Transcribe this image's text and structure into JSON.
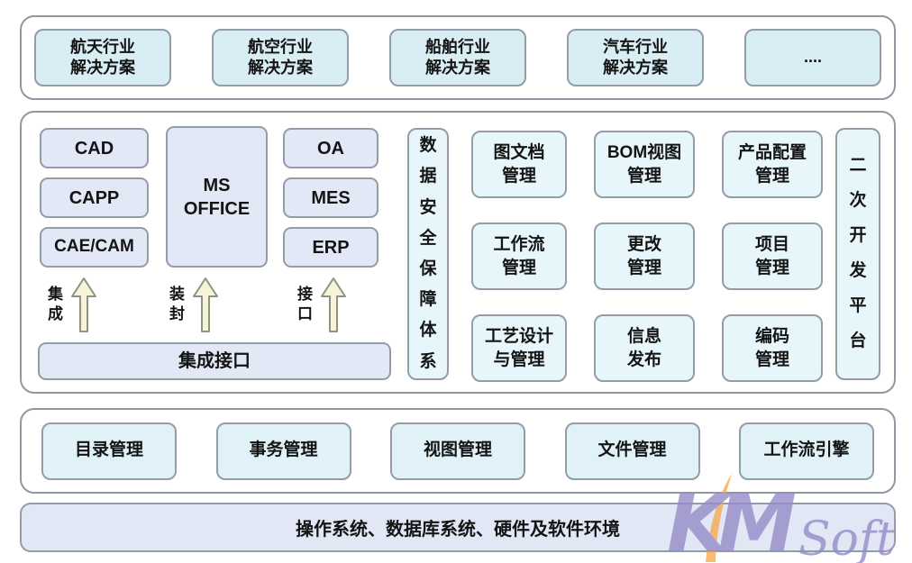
{
  "colors": {
    "box_periwinkle": "#e2e8f5",
    "box_cyan_top": "#d9edf5",
    "box_cyan_light": "#e7f6fa",
    "box_cyan_services": "#e0f2f8",
    "foundation_fill": "#e1e7f4",
    "border_grey": "#8d98a3",
    "arrow_fill": "#f7f3d8",
    "arrow_border": "#8d9480",
    "text": "#141414",
    "watermark_purple": "#968cc8",
    "watermark_orange": "#f4a848"
  },
  "solutions_row": {
    "items": [
      "航天行业\n解决方案",
      "航空行业\n解决方案",
      "船舶行业\n解决方案",
      "汽车行业\n解决方案",
      "...."
    ]
  },
  "platform": {
    "apps_left": [
      "CAD",
      "CAPP",
      "CAE/CAM"
    ],
    "office": "MS\nOFFICE",
    "apps_right": [
      "OA",
      "MES",
      "ERP"
    ],
    "arrow_labels": [
      "集成",
      "装封",
      "接口"
    ],
    "integration_bus": "集成接口",
    "security_bar": "数据安全保障体系",
    "modules": [
      "图文档\n管理",
      "BOM视图\n管理",
      "产品配置\n管理",
      "工作流\n管理",
      "更改\n管理",
      "项目\n管理",
      "工艺设计\n与管理",
      "信息\n发布",
      "编码\n管理"
    ],
    "dev_bar": "二次开发平台"
  },
  "services_row": {
    "items": [
      "目录管理",
      "事务管理",
      "视图管理",
      "文件管理",
      "工作流引擎"
    ]
  },
  "foundation": {
    "label": "操作系统、数据库系统、硬件及软件环境"
  },
  "watermark": {
    "km": "KM",
    "soft": "Soft"
  }
}
